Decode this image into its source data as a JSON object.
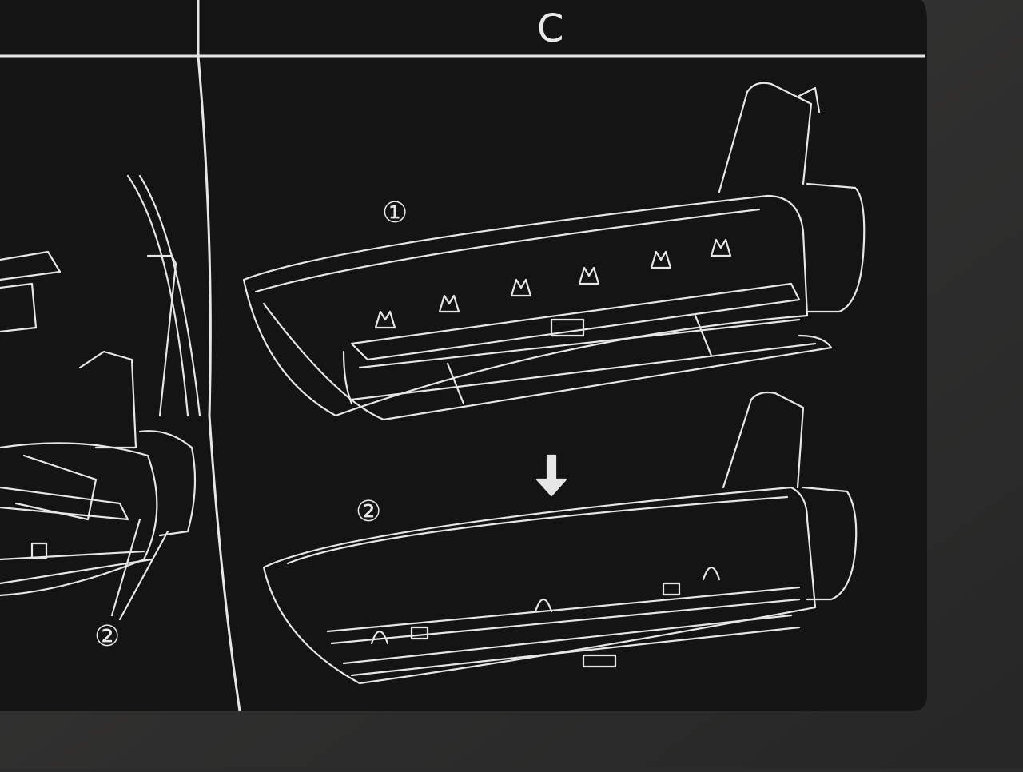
{
  "panel": {
    "section_letter": "C",
    "step_labels": [
      "①",
      "②"
    ],
    "left_panel_label": "②",
    "colors": {
      "background_fabric": "#2e2d2c",
      "decal": "#121212",
      "line_art": "#e6e6e6"
    }
  }
}
